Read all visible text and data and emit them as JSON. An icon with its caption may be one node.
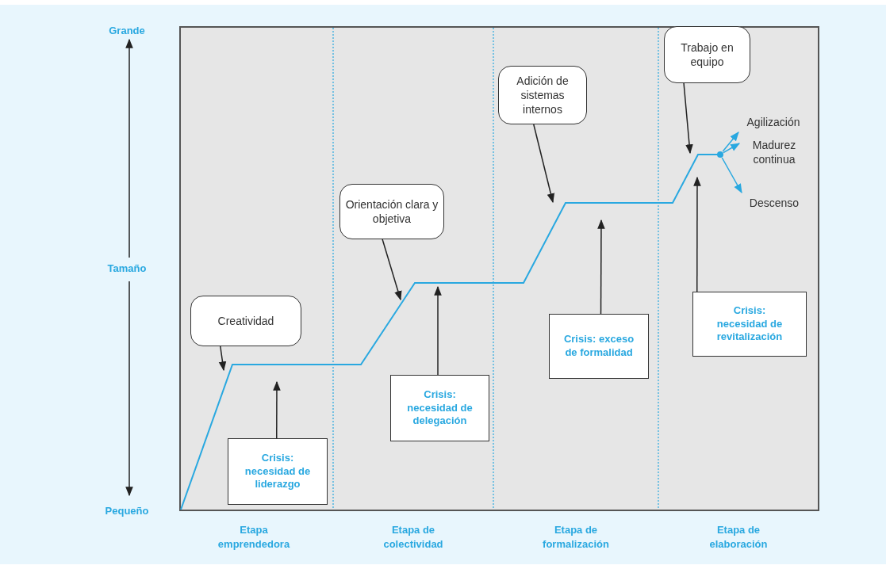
{
  "diagram": {
    "nodes": [
      {
        "text": [
          "Creatividad"
        ]
      },
      {
        "text": [
          "Crisis: necesidad de liderazgo"
        ]
      },
      {
        "text": [
          "Orientación clara y objetiva"
        ]
      },
      {
        "text": [
          "Crisis: necesidad de delegación"
        ]
      },
      {
        "text": [
          "Adición de sistemas internos"
        ]
      },
      {
        "text": [
          "Crisis: exceso de formalidad"
        ]
      },
      {
        "text": [
          "Trabajo en equipo"
        ]
      },
      {
        "text": [
          "Crisis: necesidad de revitalización"
        ]
      },
      {
        "text": [],
        "shape": "circle"
      },
      {
        "text": [
          "Agilización"
        ]
      },
      {
        "text": [
          "Madurez continua"
        ]
      },
      {
        "text": [
          "Descenso"
        ]
      }
    ],
    "edges": [
      {
        "from": 0,
        "to": null,
        "arrow": "to"
      },
      {
        "from": 1,
        "to": null,
        "arrow": "to"
      },
      {
        "from": 2,
        "to": null,
        "arrow": "to"
      },
      {
        "from": 3,
        "to": null,
        "arrow": "to"
      },
      {
        "from": 4,
        "to": null,
        "arrow": "to"
      },
      {
        "from": 5,
        "to": null,
        "arrow": "to"
      },
      {
        "from": 6,
        "to": null,
        "arrow": "to"
      },
      {
        "from": 7,
        "to": null,
        "arrow": "to"
      },
      {
        "from": 8,
        "to": 9,
        "arrow": "to",
        "color": "#29a8e0"
      },
      {
        "from": 8,
        "to": 10,
        "arrow": "to",
        "color": "#29a8e0"
      },
      {
        "from": 8,
        "to": 11,
        "arrow": "to",
        "color": "#29a8e0"
      }
    ],
    "labels": [
      "Grande",
      "Tamaño",
      "Pequeño",
      "Etapa emprendedora",
      "Etapa de colectividad",
      "Etapa de formalización",
      "Etapa de elaboración"
    ]
  }
}
